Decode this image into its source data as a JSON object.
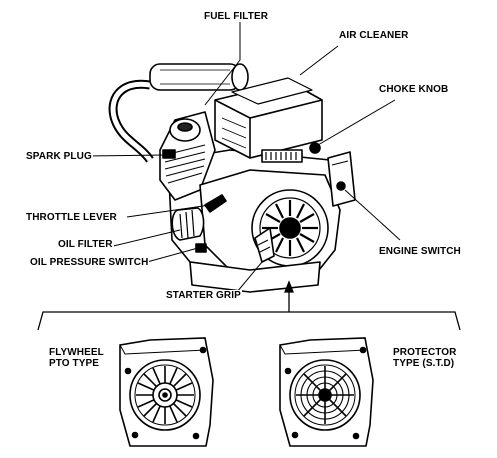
{
  "labels": {
    "fuel_filter": "FUEL FILTER",
    "air_cleaner": "AIR CLEANER",
    "choke_knob": "CHOKE KNOB",
    "spark_plug": "SPARK PLUG",
    "throttle_lever": "THROTTLE LEVER",
    "oil_filter": "OIL FILTER",
    "oil_pressure_switch": "OIL PRESSURE SWITCH",
    "engine_switch": "ENGINE SWITCH",
    "starter_grip": "STARTER GRIP",
    "flywheel_pto_line1": "FLYWHEEL",
    "flywheel_pto_line2": "PTO TYPE",
    "protector_line1": "PROTECTOR",
    "protector_line2": "TYPE (S.T.D)"
  },
  "colors": {
    "ink": "#000000",
    "paper": "#ffffff",
    "shade": "#1a1a1a"
  }
}
